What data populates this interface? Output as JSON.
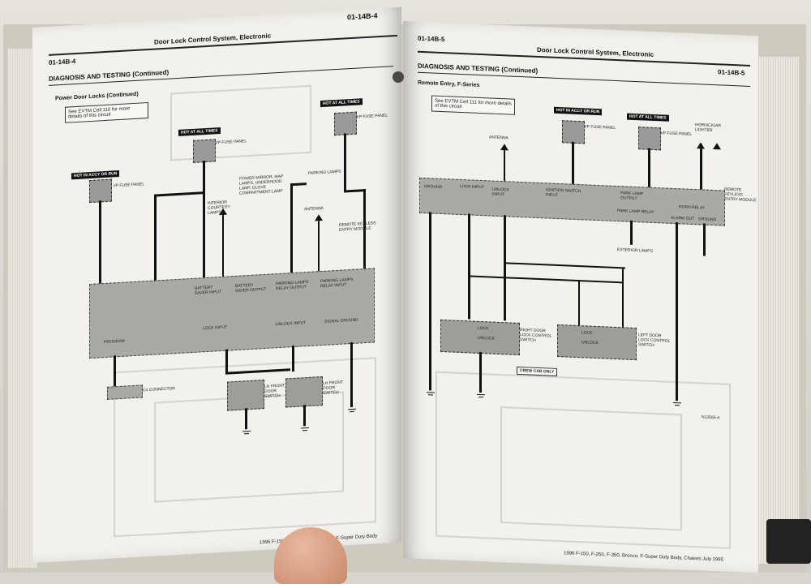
{
  "left_page": {
    "page_number_top": "01-14B-4",
    "running_title": "Door Lock Control System, Electronic",
    "page_number_left": "01-14B-4",
    "section_heading": "DIAGNOSIS AND TESTING (Continued)",
    "diagram_title": "Power Door Locks (Continued)",
    "note_box": "See EVTM Cell 110 for more details of this circuit",
    "labels": {
      "hot_accy_run": "HOT IN ACCY OR RUN",
      "hot_all_times_1": "HOT AT ALL TIMES",
      "hot_all_times_2": "HOT AT ALL TIMES",
      "fuse_panel_1": "I/P FUSE PANEL",
      "fuse_panel_2": "I/P FUSE PANEL",
      "fuse_panel_3": "I/P FUSE PANEL",
      "parking_lamps": "PARKING LAMPS",
      "power_mirror": "POWER MIRROR, MAP LAMPS, UNDERHOOD LAMP, GLOVE COMPARTMENT LAMP",
      "interior_courtesy": "INTERIOR COURTESY LAMPS",
      "antenna": "ANTENNA",
      "rke_module": "REMOTE KEYLESS ENTRY MODULE",
      "c4_connector": "C4 CONNECTOR",
      "lh_front_door_switch": "LH FRONT DOOR SWITCH",
      "lh_front_door_switch_2": "LH FRONT DOOR SWITCH",
      "signal_ground": "SIGNAL GROUND",
      "unlock_input": "UNLOCK INPUT",
      "lock_input": "LOCK INPUT",
      "parking_lamps_relay_output": "PARKING LAMPS RELAY OUTPUT",
      "parking_lamps_relay_input": "PARKING LAMPS RELAY INPUT",
      "battery_saver_output": "BATTERY SAVER OUTPUT",
      "battery_saver_input": "BATTERY SAVER INPUT",
      "program": "PROGRAM"
    },
    "footer": "1996 F-150, F-250, F-350, Bronco, F-Super Duty Body"
  },
  "right_page": {
    "page_number_left": "01-14B-5",
    "running_title": "Door Lock Control System, Electronic",
    "page_number_right": "01-14B-5",
    "section_heading": "DIAGNOSIS AND TESTING (Continued)",
    "diagram_title": "Remote Entry, F-Series",
    "note_box": "See EVTM Cell 111 for more details of this circuit",
    "labels": {
      "hot_accy_run": "HOT IN ACCY OR RUN",
      "hot_all_times": "HOT AT ALL TIMES",
      "fuse_panel_1": "I/P FUSE PANEL",
      "fuse_panel_2": "I/P FUSE PANEL",
      "antenna": "ANTENNA",
      "horn_cigar_lighter": "HORN/CIGAR LIGHTER",
      "rke_module": "REMOTE KEYLESS ENTRY MODULE",
      "ground": "GROUND",
      "lock_input": "LOCK INPUT",
      "unlock_input": "UNLOCK INPUT",
      "ignition_switch_input": "IGNITION SWITCH INPUT",
      "park_lamp_output": "PARK LAMP OUTPUT",
      "park_lamp_relay": "PARK LAMP RELAY",
      "horn_relay": "HORN RELAY",
      "alarm_out": "ALARM OUT",
      "ground_2": "GROUND",
      "exterior_lamps": "EXTERIOR LAMPS",
      "right_door_switch": "RIGHT DOOR LOCK CONTROL SWITCH",
      "left_door_switch": "LEFT DOOR LOCK CONTROL SWITCH",
      "crew_cab_only": "CREW CAB ONLY",
      "lock": "LOCK",
      "unlock": "UNLOCK",
      "figure_id": "N13565-A"
    },
    "footer": "1996 F-150, F-250, F-350, Bronco, F-Super Duty Body, Chassis July 1995"
  }
}
